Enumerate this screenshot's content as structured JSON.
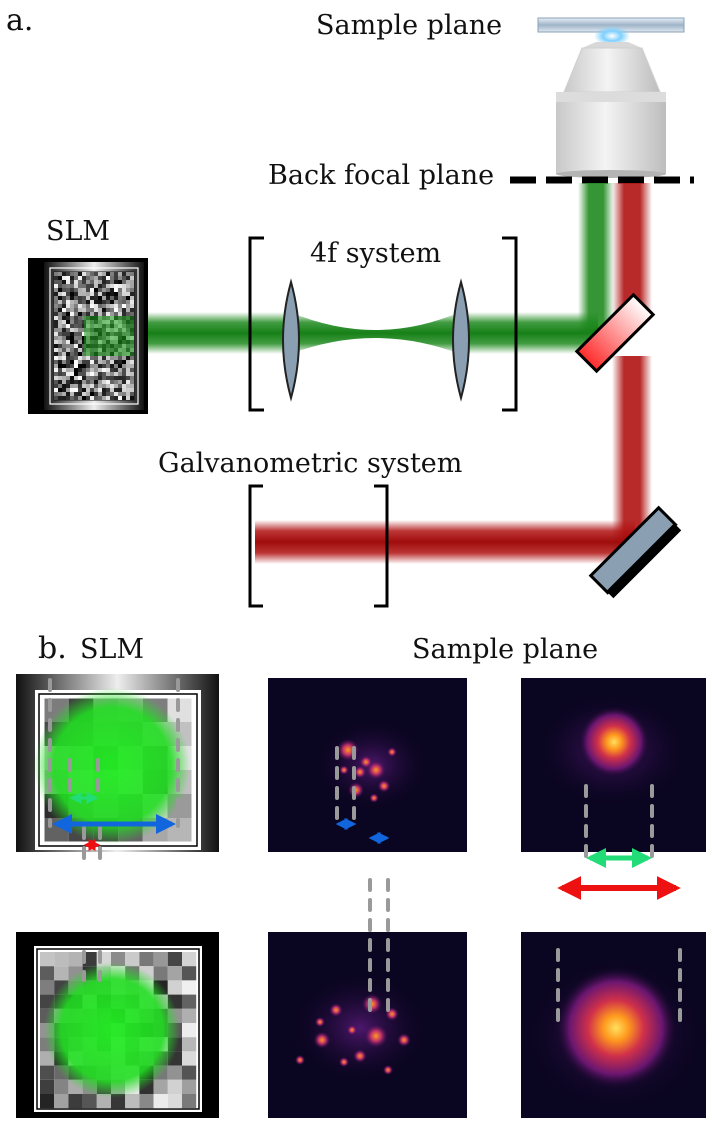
{
  "panel_a": {
    "label": "a.",
    "sample_plane": "Sample plane",
    "back_focal_plane": "Back focal plane",
    "slm": "SLM",
    "fourf": "4f system",
    "galvo": "Galvanometric system"
  },
  "panel_b": {
    "label": "b.",
    "slm": "SLM",
    "sample_plane": "Sample plane"
  },
  "colors": {
    "green_beam": "#1f8a1f",
    "red_beam": "#b01212",
    "lens": "#8a9fb2",
    "arrow_blue": "#1166dd",
    "arrow_green": "#22dd77",
    "arrow_red": "#ee1111"
  }
}
